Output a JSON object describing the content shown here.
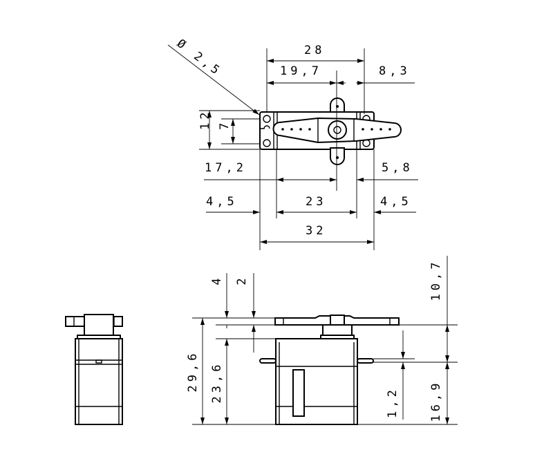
{
  "top_view": {
    "hole_diameter_label": "Ø 2,5",
    "overall_length_label": "28",
    "left_to_shaft_label": "19,7",
    "shaft_to_right_label": "8,3",
    "height_label": "12",
    "hole_spacing_label": "7",
    "left_to_shaft_outer_label": "17,2",
    "shaft_to_right_outer_label": "5,8",
    "left_ear_label": "4,5",
    "body_width_label": "23",
    "right_ear_label": "4,5",
    "total_width_label": "32"
  },
  "front_view": {
    "total_height_label": "29,6",
    "body_height_label": "23,6",
    "horn_gap_label": "4",
    "horn_thickness_label": "2",
    "flange_thickness_label": "1,2",
    "top_to_flange_label": "10,7",
    "flange_to_bottom_label": "16,9"
  }
}
